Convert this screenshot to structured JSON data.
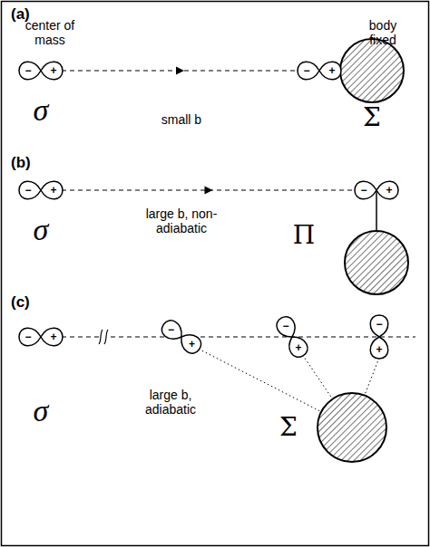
{
  "diagram": {
    "nodes": [
      {
        "text": [
          "−",
          "+"
        ]
      },
      {
        "text": [
          "−",
          "+"
        ]
      },
      {
        "text": [
          "−",
          "+"
        ]
      },
      {
        "text": [
          "−",
          "+"
        ]
      },
      {
        "text": [
          "−",
          "+"
        ]
      },
      {
        "text": [
          "−",
          "+"
        ]
      },
      {
        "text": [
          "−",
          "+"
        ]
      },
      {
        "text": [
          "−",
          "+"
        ]
      }
    ],
    "edges": [
      {
        "from": 0,
        "to": 1,
        "arrow": "to"
      },
      {
        "from": 2,
        "to": 3,
        "arrow": "to"
      }
    ],
    "labels": [
      "(a)",
      "center of mass",
      "body fixed",
      "σ",
      "small b",
      "Σ",
      "(b)",
      "σ",
      "large b, non-adiabatic",
      "Π",
      "(c)",
      "σ",
      "large b, adiabatic",
      "Σ"
    ]
  }
}
